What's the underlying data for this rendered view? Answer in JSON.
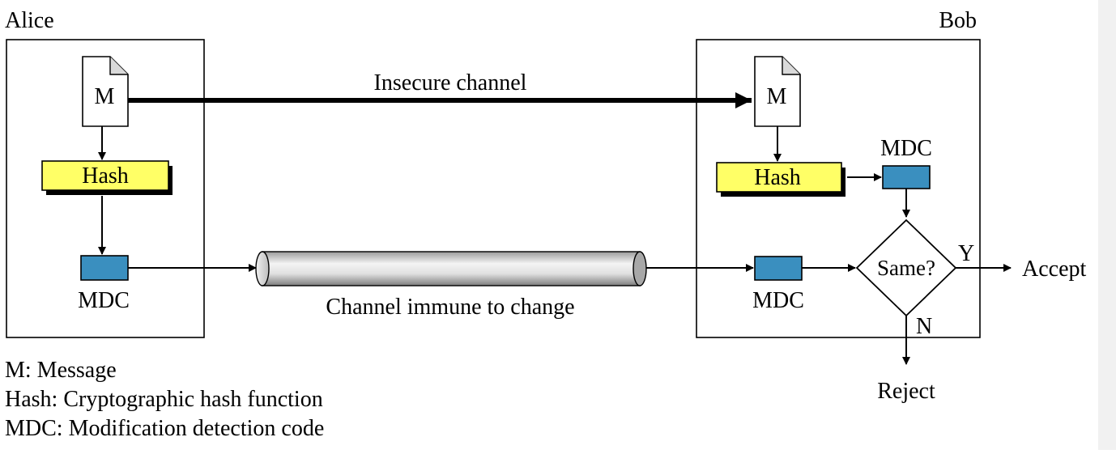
{
  "parties": {
    "sender": "Alice",
    "receiver": "Bob"
  },
  "channels": {
    "insecure": "Insecure channel",
    "immune": "Channel immune to change"
  },
  "blocks": {
    "message": "M",
    "hash": "Hash",
    "mdc": "MDC",
    "compare": "Same?"
  },
  "decision": {
    "yes": "Y",
    "no": "N",
    "accept": "Accept",
    "reject": "Reject"
  },
  "legend": [
    "M: Message",
    "Hash: Cryptographic hash function",
    "MDC: Modification detection code"
  ],
  "colors": {
    "hash_fill": "#ffff66",
    "mdc_fill": "#3a8fbf",
    "pipe_light": "#f2f2f2",
    "pipe_dark": "#8a8a8a"
  }
}
